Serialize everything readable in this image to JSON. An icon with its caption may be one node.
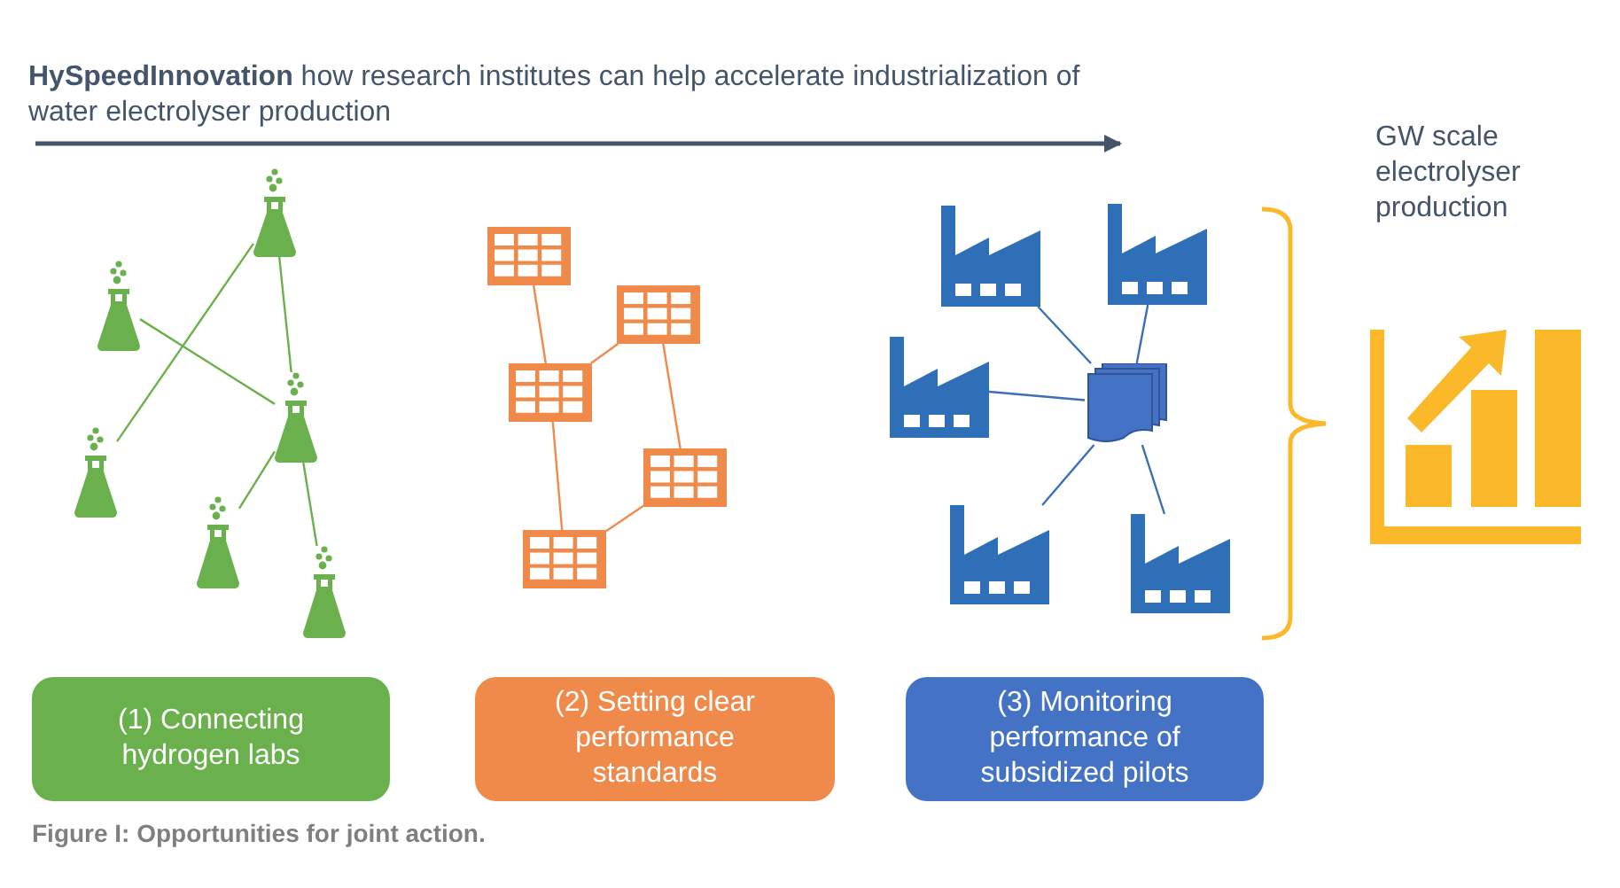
{
  "diagram": {
    "title": "**HySpeedInnovation** how research institutes can help accelerate industrialization of water electrolyser production",
    "caption": "Figure I: Opportunities for joint action.",
    "nodes": [
      {
        "text": [],
        "shape": "flask"
      },
      {
        "text": [],
        "shape": "flask"
      },
      {
        "text": [],
        "shape": "flask"
      },
      {
        "text": [],
        "shape": "flask"
      },
      {
        "text": [],
        "shape": "flask"
      },
      {
        "text": [],
        "shape": "flask"
      },
      {
        "text": [],
        "shape": "table"
      },
      {
        "text": [],
        "shape": "table"
      },
      {
        "text": [],
        "shape": "table"
      },
      {
        "text": [],
        "shape": "table"
      },
      {
        "text": [],
        "shape": "table"
      },
      {
        "text": [],
        "shape": "factory"
      },
      {
        "text": [],
        "shape": "factory"
      },
      {
        "text": [],
        "shape": "factory"
      },
      {
        "text": [],
        "shape": "document"
      },
      {
        "text": [],
        "shape": "factory"
      },
      {
        "text": [],
        "shape": "factory"
      },
      {
        "text": [
          "(1) Connecting hydrogen labs"
        ]
      },
      {
        "text": [
          "(2) Setting clear performance standards"
        ]
      },
      {
        "text": [
          "(3) Monitoring performance of subsidized pilots"
        ]
      }
    ],
    "edges": [
      {
        "from": 0,
        "to": 3,
        "arrow": "none",
        "color": "#6ab04c"
      },
      {
        "from": 0,
        "to": 2,
        "arrow": "none",
        "color": "#6ab04c"
      },
      {
        "from": 1,
        "to": 2,
        "arrow": "none",
        "color": "#6ab04c"
      },
      {
        "from": 2,
        "to": 4,
        "arrow": "none",
        "color": "#6ab04c"
      },
      {
        "from": 2,
        "to": 5,
        "arrow": "none",
        "color": "#6ab04c"
      },
      {
        "from": 6,
        "to": 8,
        "arrow": "none",
        "color": "#f08a4b"
      },
      {
        "from": 7,
        "to": 8,
        "arrow": "none",
        "color": "#f08a4b"
      },
      {
        "from": 7,
        "to": 9,
        "arrow": "none",
        "color": "#f08a4b"
      },
      {
        "from": 8,
        "to": 10,
        "arrow": "none",
        "color": "#f08a4b"
      },
      {
        "from": 9,
        "to": 10,
        "arrow": "none",
        "color": "#f08a4b"
      },
      {
        "from": 11,
        "to": 14,
        "arrow": "none",
        "color": "#3b6fb6"
      },
      {
        "from": 12,
        "to": 14,
        "arrow": "none",
        "color": "#3b6fb6"
      },
      {
        "from": 13,
        "to": 14,
        "arrow": "none",
        "color": "#3b6fb6"
      },
      {
        "from": 15,
        "to": 14,
        "arrow": "none",
        "color": "#3b6fb6"
      },
      {
        "from": 16,
        "to": 14,
        "arrow": "none",
        "color": "#3b6fb6"
      }
    ],
    "labels": [
      "GW scale electrolyser production"
    ]
  }
}
